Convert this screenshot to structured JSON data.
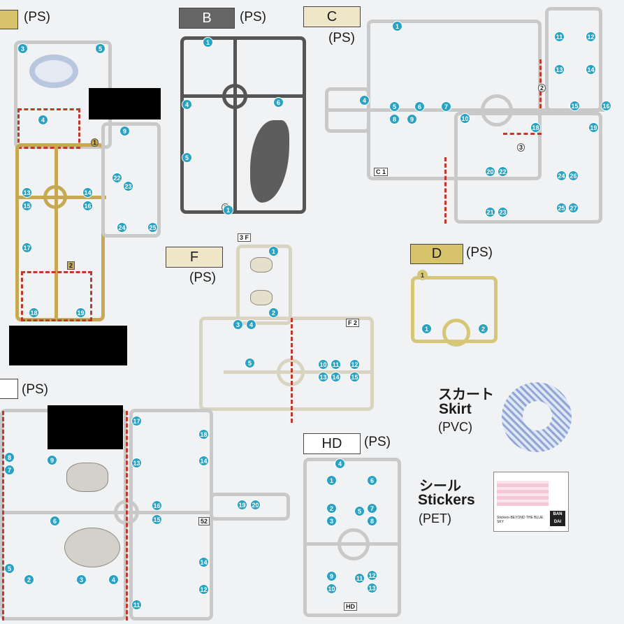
{
  "runners": {
    "a_material": "(PS)",
    "b_label": "B",
    "b_material": "(PS)",
    "c_label": "C",
    "c_material": "(PS)",
    "f_label": "F",
    "f_material": "(PS)",
    "d_label": "D",
    "d_material": "(PS)",
    "e_material": "(PS)",
    "hd_label": "HD",
    "hd_material": "(PS)"
  },
  "runner_tags": {
    "a1": "1",
    "a2": "2",
    "b1": "1",
    "c1": "C 1",
    "c2": "2",
    "c3": "3",
    "f1": "3 F",
    "f2": "F 2",
    "e_tag": "52",
    "hd_tag": "HD"
  },
  "extras": {
    "skirt_jp": "スカート",
    "skirt_en": "Skirt",
    "skirt_material": "(PVC)",
    "stickers_jp": "シール",
    "stickers_en": "Stickers",
    "stickers_material": "(PET)",
    "sticker_sheet_text": "Stickers-BEYOND THE BLUE SKY",
    "sticker_logo": "BAN DAI"
  },
  "colors": {
    "runner_a": "#c7a853",
    "runner_b": "#555555",
    "runner_c": "#d8d6cf",
    "runner_d": "#d6c777",
    "runner_f": "#e3dcc9",
    "label_b_bg": "#666666",
    "label_c_bg": "#efe6c8",
    "label_f_bg": "#efe6c8",
    "label_d_bg": "#d7c46a",
    "number_badge": "#2aa2c4",
    "cut_line": "#c0392b",
    "skirt": "#8fa6d6"
  },
  "numbers": {
    "a": [
      "3",
      "5",
      "4",
      "1",
      "9",
      "22",
      "23",
      "13",
      "14",
      "15",
      "16",
      "24",
      "25",
      "17",
      "3",
      "18",
      "19"
    ],
    "b": [
      "1",
      "4",
      "6",
      "5",
      "1"
    ],
    "c": [
      "1",
      "4",
      "5",
      "6",
      "7",
      "8",
      "9",
      "10",
      "11",
      "12",
      "13",
      "14",
      "15",
      "16",
      "18",
      "19",
      "20",
      "22",
      "24",
      "26",
      "21",
      "23",
      "25",
      "27"
    ],
    "f": [
      "1",
      "2",
      "3",
      "4",
      "5",
      "10",
      "11",
      "12",
      "13",
      "14",
      "15"
    ],
    "d": [
      "1",
      "1",
      "2"
    ],
    "e": [
      "8",
      "7",
      "9",
      "6",
      "5",
      "2",
      "3",
      "4",
      "17",
      "18",
      "13",
      "14",
      "16",
      "15",
      "19",
      "20",
      "14",
      "12",
      "11"
    ],
    "hd": [
      "4",
      "1",
      "6",
      "2",
      "7",
      "3",
      "5",
      "8",
      "9",
      "11",
      "12",
      "10",
      "13"
    ]
  }
}
